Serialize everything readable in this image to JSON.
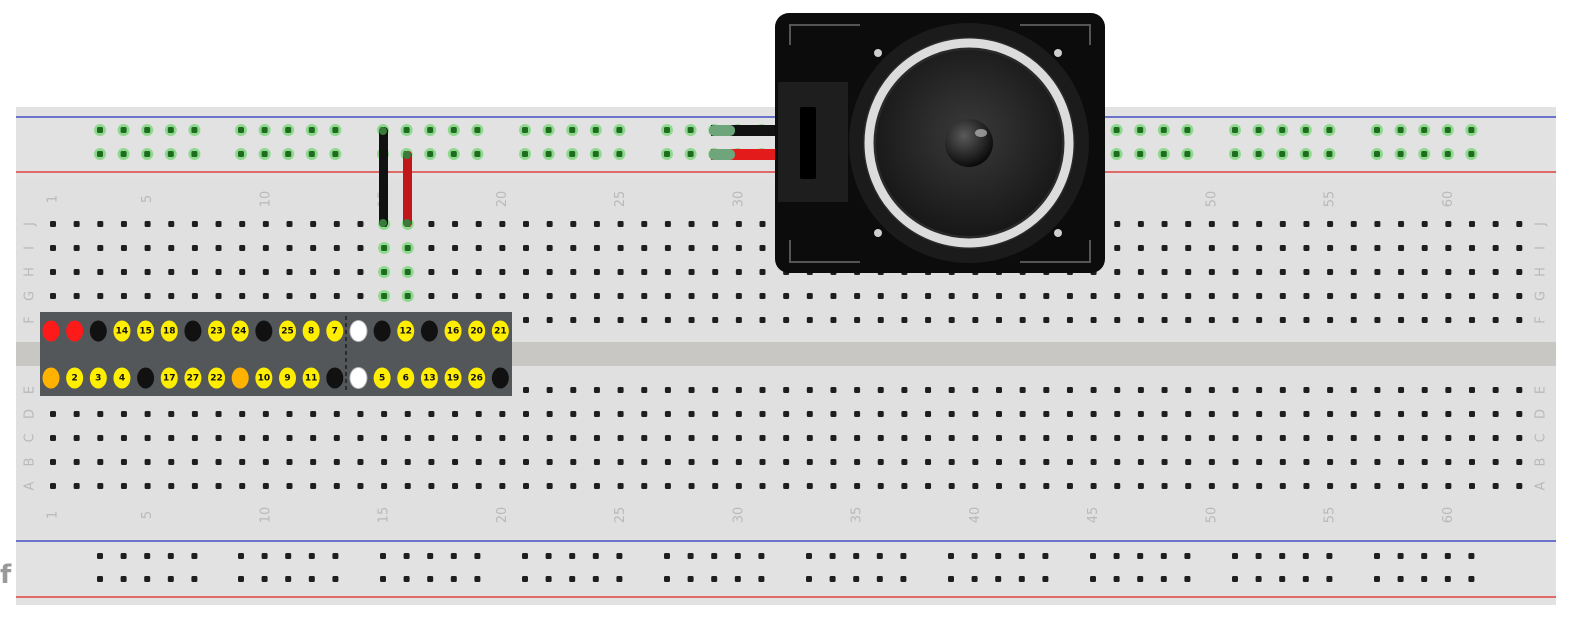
{
  "breadboard": {
    "column_labels": [
      "1",
      "5",
      "10",
      "15",
      "20",
      "25",
      "30",
      "35",
      "40",
      "45",
      "50",
      "55",
      "60"
    ],
    "column_numbers": [
      1,
      5,
      10,
      15,
      20,
      25,
      30,
      35,
      40,
      45,
      50,
      55,
      60
    ],
    "top_row_letters": [
      "J",
      "I",
      "H",
      "G",
      "F"
    ],
    "bottom_row_letters": [
      "E",
      "D",
      "C",
      "B",
      "A"
    ],
    "columns": 63,
    "highlighted_column_holes": [
      {
        "column": 15,
        "rows": [
          "J",
          "I",
          "H",
          "G"
        ]
      },
      {
        "column": 16,
        "rows": [
          "J",
          "I",
          "H",
          "G"
        ]
      }
    ]
  },
  "jumper_wires": [
    {
      "name": "black wire",
      "color": "#111111"
    },
    {
      "name": "red wire",
      "color": "#c0161c"
    }
  ],
  "speaker": {
    "name": "speaker",
    "lead_colors": [
      "#111111",
      "#e31b1b"
    ]
  },
  "header": {
    "top_pins": [
      {
        "label": "",
        "color": "#ff1a1a"
      },
      {
        "label": "",
        "color": "#ff1a1a"
      },
      {
        "label": "",
        "color": "#111111"
      },
      {
        "label": "14",
        "color": "#ffee00"
      },
      {
        "label": "15",
        "color": "#ffee00"
      },
      {
        "label": "18",
        "color": "#ffee00"
      },
      {
        "label": "",
        "color": "#111111"
      },
      {
        "label": "23",
        "color": "#ffee00"
      },
      {
        "label": "24",
        "color": "#ffee00"
      },
      {
        "label": "",
        "color": "#111111"
      },
      {
        "label": "25",
        "color": "#ffee00"
      },
      {
        "label": "8",
        "color": "#ffee00"
      },
      {
        "label": "7",
        "color": "#ffee00"
      },
      {
        "label": "",
        "color": "#ffffff"
      },
      {
        "label": "",
        "color": "#111111"
      },
      {
        "label": "12",
        "color": "#ffee00"
      },
      {
        "label": "",
        "color": "#111111"
      },
      {
        "label": "16",
        "color": "#ffee00"
      },
      {
        "label": "20",
        "color": "#ffee00"
      },
      {
        "label": "21",
        "color": "#ffee00"
      }
    ],
    "bottom_pins": [
      {
        "label": "",
        "color": "#ffb300"
      },
      {
        "label": "2",
        "color": "#ffee00"
      },
      {
        "label": "3",
        "color": "#ffee00"
      },
      {
        "label": "4",
        "color": "#ffee00"
      },
      {
        "label": "",
        "color": "#111111"
      },
      {
        "label": "17",
        "color": "#ffee00"
      },
      {
        "label": "27",
        "color": "#ffee00"
      },
      {
        "label": "22",
        "color": "#ffee00"
      },
      {
        "label": "",
        "color": "#ffb300"
      },
      {
        "label": "10",
        "color": "#ffee00"
      },
      {
        "label": "9",
        "color": "#ffee00"
      },
      {
        "label": "11",
        "color": "#ffee00"
      },
      {
        "label": "",
        "color": "#111111"
      },
      {
        "label": "",
        "color": "#ffffff"
      },
      {
        "label": "5",
        "color": "#ffee00"
      },
      {
        "label": "6",
        "color": "#ffee00"
      },
      {
        "label": "13",
        "color": "#ffee00"
      },
      {
        "label": "19",
        "color": "#ffee00"
      },
      {
        "label": "26",
        "color": "#ffee00"
      },
      {
        "label": "",
        "color": "#111111"
      }
    ]
  },
  "footer_mark": "f"
}
